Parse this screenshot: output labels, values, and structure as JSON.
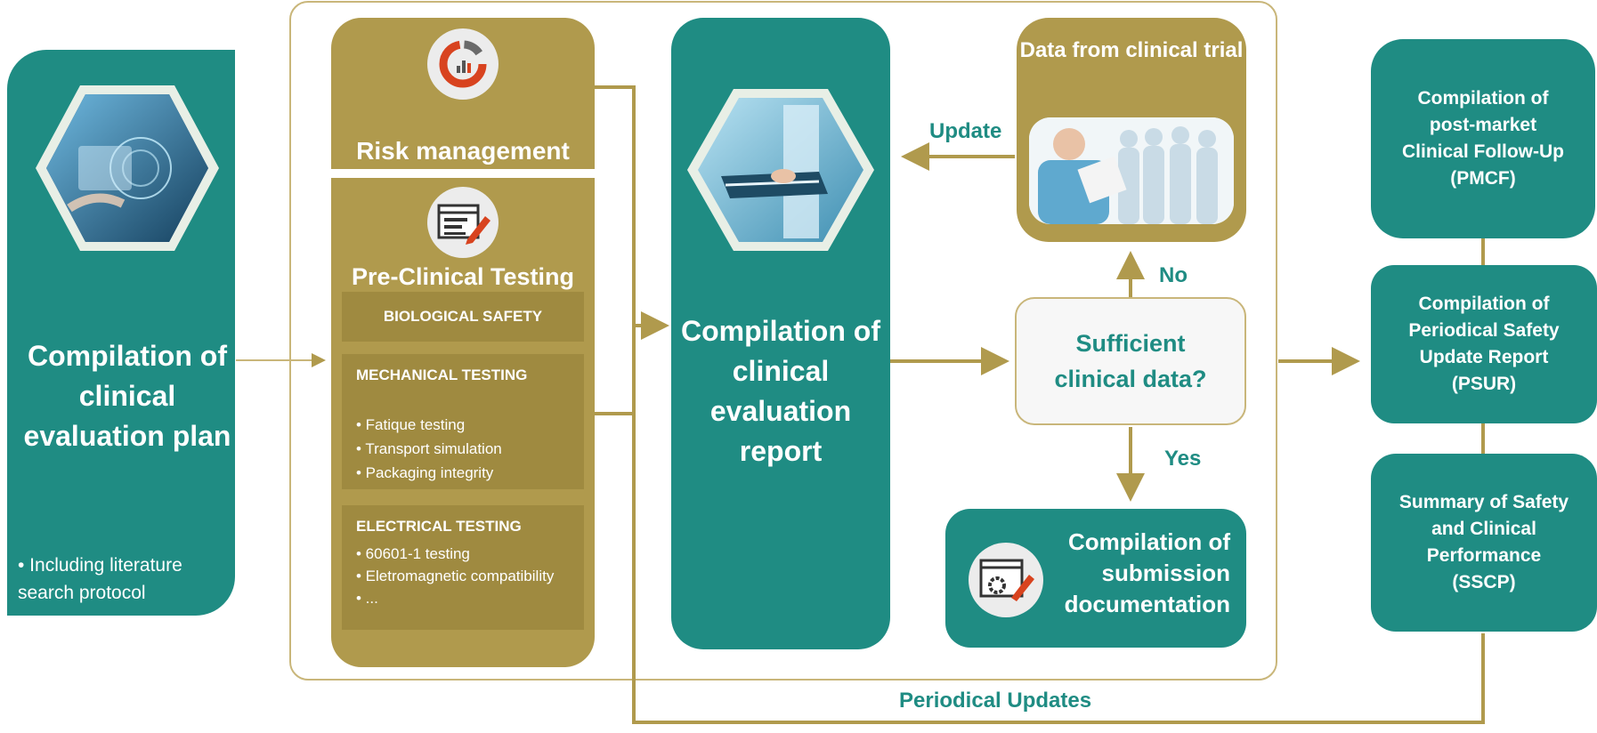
{
  "plan": {
    "title": "Compilation of clinical evaluation plan",
    "bullet": "• Including literature search protocol"
  },
  "risk": {
    "title": "Risk management"
  },
  "preclinical": {
    "title": "Pre-Clinical Testing",
    "bio": {
      "title": "BIOLOGICAL SAFETY"
    },
    "mech": {
      "title": "MECHANICAL TESTING",
      "items": [
        "• Fatique testing",
        "• Transport simulation",
        "• Packaging integrity"
      ]
    },
    "elec": {
      "title": "ELECTRICAL TESTING",
      "items": [
        "• 60601-1  testing",
        "• Eletromagnetic compatibility",
        "• ..."
      ]
    }
  },
  "report": {
    "title": "Compilation of clinical evaluation report"
  },
  "trial": {
    "title": "Data from clinical trial"
  },
  "decision": {
    "question": "Sufficient clinical data?"
  },
  "labels": {
    "update": "Update",
    "no": "No",
    "yes": "Yes",
    "periodical": "Periodical Updates"
  },
  "submission": {
    "title": "Compilation of submission documentation"
  },
  "right": {
    "pmcf": "Compilation of post-market Clinical Follow-Up (PMCF)",
    "psur": "Compilation of Periodical Safety Update Report (PSUR)",
    "sscp": "Summary of Safety and Clinical Performance (SSCP)"
  },
  "colors": {
    "teal": "#1f8c83",
    "gold": "#b09a4d",
    "line": "#b09a4d"
  },
  "icons": [
    "tablet-hologram-icon",
    "donut-chart-icon",
    "browser-edit-icon",
    "doctor-clipboard-icon",
    "medical-team-icon",
    "browser-gear-edit-icon"
  ]
}
